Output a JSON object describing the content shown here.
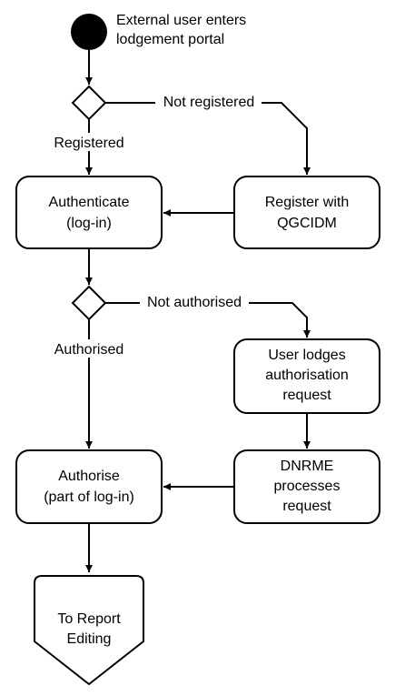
{
  "start": {
    "line1": "External user enters",
    "line2": "lodgement portal"
  },
  "decision_registration": {
    "no_label": "Not registered",
    "yes_label": "Registered"
  },
  "authenticate": {
    "line1": "Authenticate",
    "line2": "(log-in)"
  },
  "register": {
    "line1": "Register with",
    "line2": "QGCIDM"
  },
  "decision_authorisation": {
    "no_label": "Not authorised",
    "yes_label": "Authorised"
  },
  "lodge_request": {
    "line1": "User lodges",
    "line2": "authorisation",
    "line3": "request"
  },
  "process_request": {
    "line1": "DNRME",
    "line2": "processes",
    "line3": "request"
  },
  "authorise": {
    "line1": "Authorise",
    "line2": "(part of log-in)"
  },
  "report_editing": {
    "line1": "To Report",
    "line2": "Editing"
  }
}
